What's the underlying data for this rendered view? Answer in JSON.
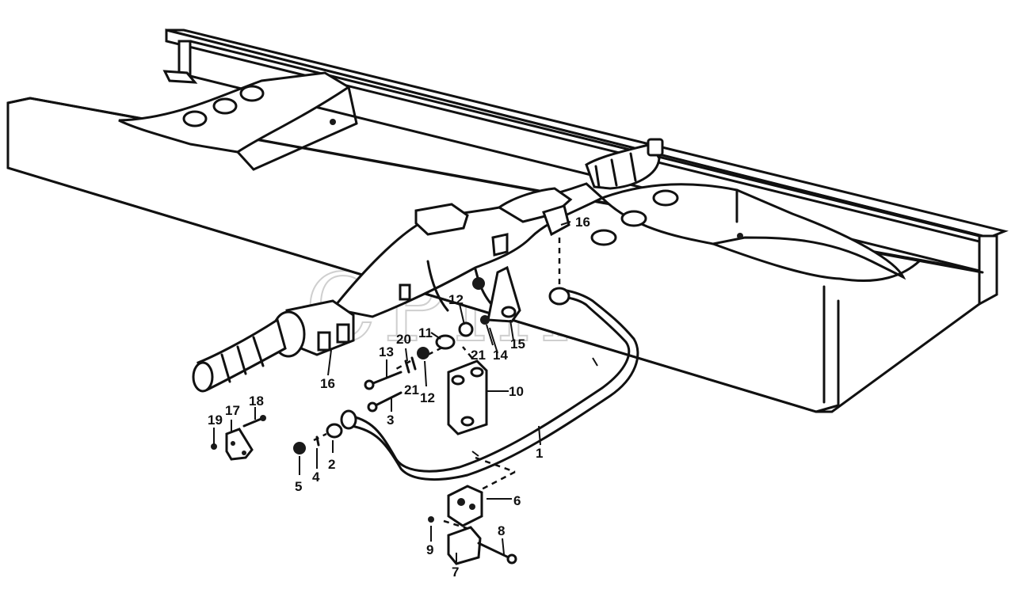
{
  "diagram": {
    "watermark": "CPIIM",
    "part_numbers": [
      "1",
      "2",
      "3",
      "4",
      "5",
      "6",
      "7",
      "8",
      "9",
      "10",
      "11",
      "12",
      "13",
      "14",
      "15",
      "16",
      "17",
      "18",
      "19",
      "20",
      "21"
    ]
  },
  "labels": {
    "l1": "1",
    "l2": "2",
    "l3": "3",
    "l4": "4",
    "l5": "5",
    "l6": "6",
    "l7": "7",
    "l8": "8",
    "l9": "9",
    "l10": "10",
    "l11": "11",
    "l12a": "12",
    "l12b": "12",
    "l13": "13",
    "l14": "14",
    "l15": "15",
    "l16a": "16",
    "l16b": "16",
    "l17": "17",
    "l18": "18",
    "l19": "19",
    "l20": "20",
    "l21a": "21",
    "l21b": "21"
  }
}
